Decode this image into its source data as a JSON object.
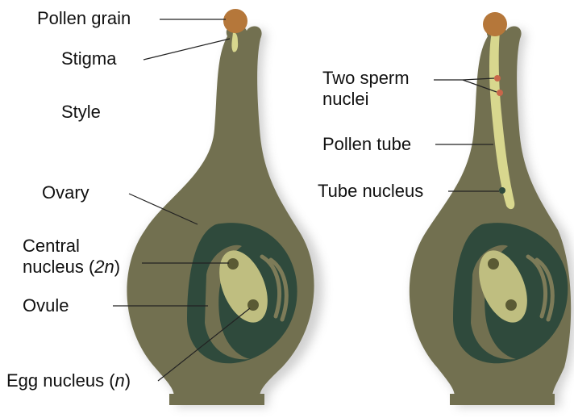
{
  "colors": {
    "pistil": "#727050",
    "pistil_dark": "#5e5c40",
    "ovule_dark": "#2f4a3c",
    "embryo_sac": "#bfbe80",
    "pollen_tube": "#d8d78e",
    "pollen": "#b5773a",
    "nucleus": "#5a5a34",
    "sperm": "#c9664a",
    "label_line": "#222222"
  },
  "labels": {
    "pollen_grain": "Pollen grain",
    "stigma": "Stigma",
    "style": "Style",
    "ovary": "Ovary",
    "central_nucleus_line1": "Central",
    "central_nucleus_line2": "nucleus (",
    "central_nucleus_italic": "2n",
    "central_nucleus_close": ")",
    "ovule": "Ovule",
    "egg_nucleus": "Egg nucleus (",
    "egg_nucleus_italic": "n",
    "egg_nucleus_close": ")",
    "two_sperm_line1": "Two sperm",
    "two_sperm_line2": "nuclei",
    "pollen_tube": "Pollen tube",
    "tube_nucleus": "Tube nucleus"
  }
}
